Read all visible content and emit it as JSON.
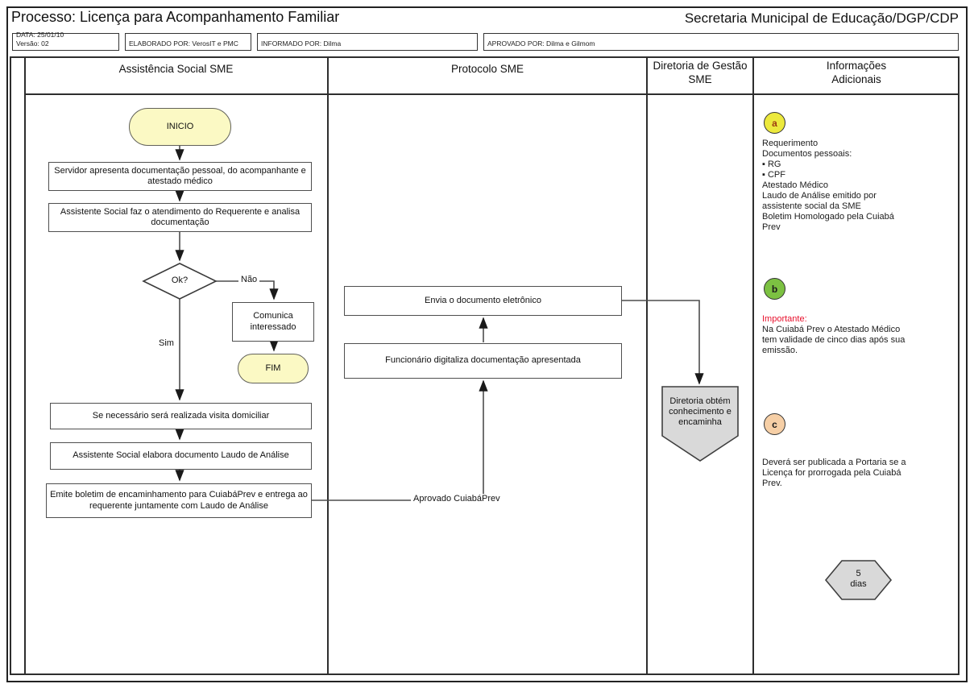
{
  "header": {
    "process_title": "Processo: Licença para Acompanhamento Familiar",
    "org_title": "Secretaria Municipal de Educação/DGP/CDP",
    "date": "DATA: 25/01/10",
    "version": "Versão: 02",
    "elaborated_by": "ELABORADO POR: VerosIT e PMC",
    "informed_by": "INFORMADO POR: Dilma",
    "approved_by": "APROVADO POR: Dilma  e Gilmom"
  },
  "lanes": {
    "lane1": "Assistência Social  SME",
    "lane2": "Protocolo SME",
    "lane3": "Diretoria de Gestão\nSME",
    "lane4": "Informações\nAdicionais"
  },
  "flow": {
    "inicio": "INICIO",
    "step_documentacao": "Servidor apresenta documentação pessoal, do acompanhante e atestado médico",
    "step_atendimento": "Assistente Social faz o atendimento do Requerente e analisa documentação",
    "decision_ok": "Ok?",
    "label_nao": "Não",
    "label_sim": "Sim",
    "step_comunica": "Comunica interessado",
    "fim": "FIM",
    "step_visita": "Se necessário será realizada visita domiciliar",
    "step_laudo": "Assistente Social elabora documento Laudo de Análise",
    "step_boletim": "Emite boletim de encaminhamento para CuiabáPrev e entrega ao requerente juntamente com Laudo de Análise",
    "label_aprovado": "Aprovado CuiabáPrev",
    "step_digitaliza": "Funcionário digitaliza documentação apresentada",
    "step_envia": "Envia o documento eletrônico",
    "step_diretoria": "Diretoria obtém\nconhecimento e\nencaminha",
    "prazo": "5\ndias"
  },
  "annotations": {
    "a": {
      "id": "a",
      "body": "Requerimento\nDocumentos pessoais:\n▪ RG\n▪ CPF\nAtestado Médico\nLaudo de Análise emitido por\nassistente social da SME\nBoletim Homologado pela Cuiabá\nPrev"
    },
    "b": {
      "id": "b",
      "title": "Importante:",
      "body": "Na Cuiabá Prev o Atestado Médico\ntem validade de cinco dias após sua\nemissão."
    },
    "c": {
      "id": "c",
      "body": "Deverá ser publicada a Portaria se a\nLicença for prorrogada pela Cuiabá\nPrev."
    }
  },
  "colors": {
    "terminator_fill": "#fbf9c4",
    "marker_a_fill": "#ece93d",
    "marker_a_letter": "#9c3d10",
    "marker_b_fill": "#7cc142",
    "marker_c_fill": "#f6cfa6",
    "gray_shape_fill": "#d9d9d9",
    "important_red": "#e8112d",
    "line_color": "#4d4d4d"
  }
}
